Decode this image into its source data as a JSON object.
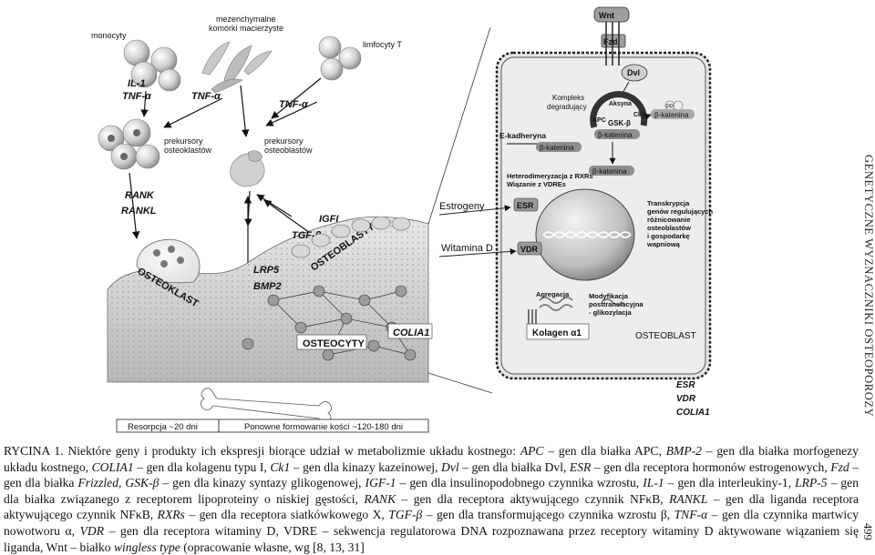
{
  "figure": {
    "cells": {
      "monocytes": "monocyty",
      "msc_line1": "mezenchymalne",
      "msc_line2": "komórki macierzyste",
      "t_cells": "limfocyty T",
      "il1": "IL-1",
      "tnf_a1": "TNF-α",
      "tnf_a2": "TNF-α",
      "tnf_a3": "TNF-α",
      "osteoclast_precursors_1": "prekursory",
      "osteoclast_precursors_2": "osteoklastów",
      "osteoblast_precursors_1": "prekursory",
      "osteoblast_precursors_2": "osteoblastów",
      "rank": "RANK",
      "rankl": "RANKL",
      "osteoclast": "OSTEOKLAST",
      "lrp5": "LRP5",
      "bmp2": "BMP2",
      "igfi": "IGFI",
      "tgfb": "TGF-β",
      "osteoblasty": "OSTEOBLASTY",
      "osteocyty": "OSTEOCYTY",
      "colia1": "COLIA1",
      "resorption": "Resorpcja ~20 dni",
      "reformation": "Ponowne formowanie kości ~120-180 dni"
    },
    "cell_detail": {
      "wnt": "Wnt",
      "fzd": "Fzd",
      "dvl": "Dvl",
      "complex_1": "Kompleks",
      "complex_2": "degradujący",
      "axin": "Aksyna",
      "apc": "APC",
      "ck1": "Ck1",
      "gsk": "GSK-β",
      "beta_catenin": "β-katenina",
      "pp": "PP",
      "e_cadherin": "E-kadheryna",
      "hetero_1": "Heterodimeryzacja z RXRs",
      "hetero_2": "Wiązanie z VDREs",
      "estrogens": "Estrogeny",
      "vitamin_d": "Witamina D",
      "esr": "ESR",
      "vdr": "VDR",
      "transcription": [
        "Transkrypcja",
        "genów regulujących",
        "różnicowanie",
        "osteoblastów",
        "i gospodarkę",
        "wapniową"
      ],
      "aggregation": "Agregacja",
      "mod_1": "Modyfikacja",
      "mod_2": "posttranslacyjna",
      "mod_3": "- glikozylacja",
      "collagen": "Kolagen α1",
      "osteoblast": "OSTEOBLAST",
      "out_esr": "ESR",
      "out_vdr": "VDR",
      "out_colia1": "COLIA1"
    }
  },
  "caption": {
    "label": "RYCINA 1.",
    "p1": "Niektóre geny i produkty ich ekspresji biorące udział w metabolizmie układu kostnego: ",
    "apc": "APC",
    "p2": " – gen dla białka APC, ",
    "bmp2": "BMP-2",
    "p3": " – gen dla białka morfogenezy układu kostnego, ",
    "colia1": "COLIA1",
    "p4": " – gen dla kolagenu typu I, ",
    "ck1": "Ck1",
    "p5": " – gen dla kinazy kazeinowej, ",
    "dvl": "Dvl",
    "p6": " – gen dla białka Dvl, ",
    "esr": "ESR",
    "p7": " – gen dla receptora hormonów estrogenowych, ",
    "fzd": "Fzd",
    "p8": " – gen dla białka ",
    "frizzled": "Frizzled",
    "p9": ", ",
    "gsk": "GSK-β",
    "p10": " – gen dla kinazy syntazy glikogenowej, ",
    "igf1": "IGF-1",
    "p11": " – gen dla insulinopodobnego czynnika wzrostu, ",
    "il1": "IL-1",
    "p12": " – gen dla interleukiny-1, ",
    "lrp5": "LRP-5",
    "p13": " – gen dla białka związanego z receptorem lipoproteiny o niskiej gęstości, ",
    "rank": "RANK",
    "p14": " – gen dla receptora aktywującego czynnik NFκB, ",
    "rankl": "RANKL",
    "p15": " – gen dla liganda receptora aktywującego czynnik NFκB, ",
    "rxrs": "RXRs",
    "p16": " – gen dla receptora siatkówkowego X, ",
    "tgfb": "TGF-β",
    "p17": " – gen dla transformującego czynnika wzrostu β, ",
    "tnfa": "TNF-α",
    "p18": " – gen dla czynnika martwicy nowotworu α, ",
    "vdr": "VDR",
    "p19": " – gen dla receptora witaminy D, VDRE – sekwencja regulatorowa DNA rozpoznawana przez receptory witaminy D aktywowane wiązaniem się liganda, Wnt – białko ",
    "wingless": "wingless type",
    "p20": " (opracowanie własne, wg [8, 13, 31]"
  },
  "running_head": "GENETYCZNE WYZNACZNIKI OSTEOPOROZY",
  "page_number": "499"
}
